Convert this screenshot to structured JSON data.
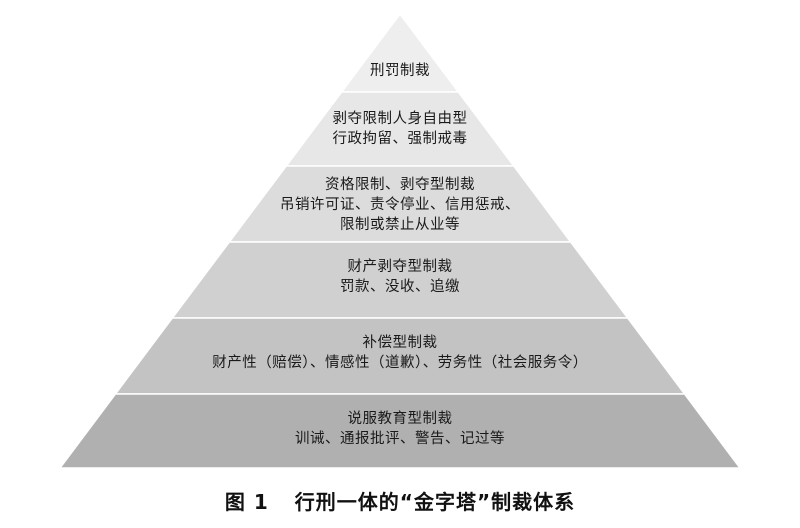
{
  "tiers": [
    {
      "lines": [
        "刑罚制裁"
      ],
      "color": "#eeeeee"
    },
    {
      "lines": [
        "剥夺限制人身自由型",
        "行政拘留、强制戒毒"
      ],
      "color": "#e7e7e7"
    },
    {
      "lines": [
        "资格限制、剥夺型制裁",
        "吊销许可证、责令停业、信用惩戒、",
        "限制或禁止从业等"
      ],
      "color": "#dcdcdc"
    },
    {
      "lines": [
        "财产剥夺型制裁",
        "罚款、没收、追缴"
      ],
      "color": "#d0d0d0"
    },
    {
      "lines": [
        "补偿型制裁",
        "财产性（赔偿）、情感性（道歉）、劳务性（社会服务令）"
      ],
      "color": "#c3c3c3"
    },
    {
      "lines": [
        "说服教育型制裁",
        "训诫、通报批评、警告、记过等"
      ],
      "color": "#b0b0b0"
    }
  ],
  "caption": {
    "label": "图 1",
    "title": "行刑一体的“金字塔”制裁体系"
  }
}
